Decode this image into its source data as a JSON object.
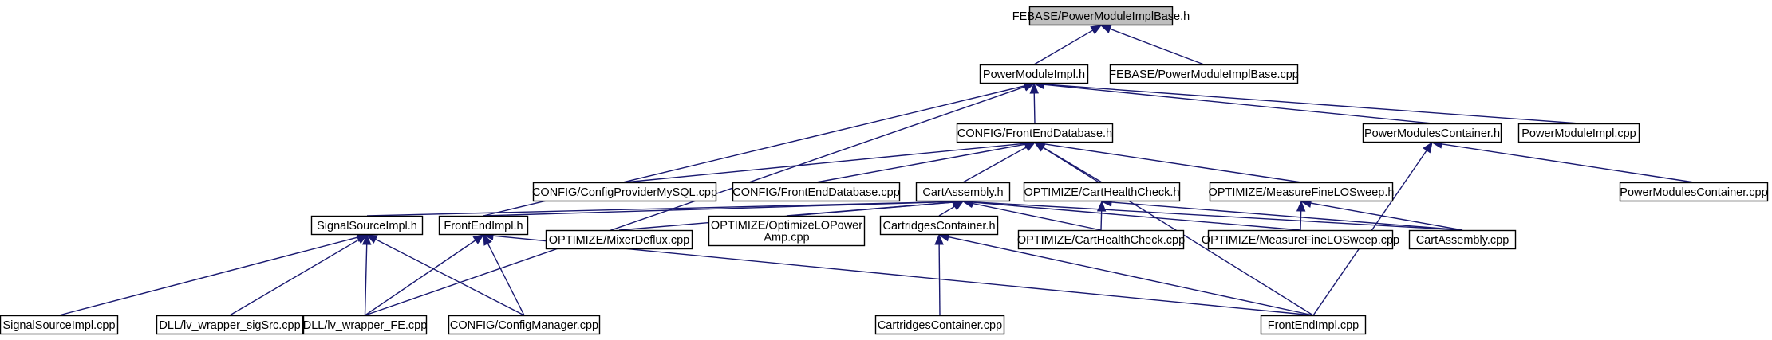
{
  "graph": {
    "nodes": [
      {
        "id": "n0",
        "lines": [
          "FEBASE/PowerModuleImplBase.h"
        ],
        "root": true
      },
      {
        "id": "n1",
        "lines": [
          "PowerModuleImpl.h"
        ]
      },
      {
        "id": "n2",
        "lines": [
          "FEBASE/PowerModuleImplBase.cpp"
        ]
      },
      {
        "id": "n3",
        "lines": [
          "CONFIG/FrontEndDatabase.h"
        ]
      },
      {
        "id": "n4",
        "lines": [
          "PowerModulesContainer.h"
        ]
      },
      {
        "id": "n5",
        "lines": [
          "PowerModuleImpl.cpp"
        ]
      },
      {
        "id": "n6",
        "lines": [
          "CONFIG/ConfigProviderMySQL.cpp"
        ]
      },
      {
        "id": "n7",
        "lines": [
          "CONFIG/FrontEndDatabase.cpp"
        ]
      },
      {
        "id": "n8",
        "lines": [
          "CartAssembly.h"
        ]
      },
      {
        "id": "n9",
        "lines": [
          "OPTIMIZE/CartHealthCheck.h"
        ]
      },
      {
        "id": "n10",
        "lines": [
          "OPTIMIZE/MeasureFineLOSweep.h"
        ]
      },
      {
        "id": "n11",
        "lines": [
          "PowerModulesContainer.cpp"
        ]
      },
      {
        "id": "n12",
        "lines": [
          "SignalSourceImpl.h"
        ]
      },
      {
        "id": "n13",
        "lines": [
          "FrontEndImpl.h"
        ]
      },
      {
        "id": "n14",
        "lines": [
          "OPTIMIZE/MixerDeflux.cpp"
        ]
      },
      {
        "id": "n15",
        "lines": [
          "OPTIMIZE/OptimizeLOPower",
          "Amp.cpp"
        ]
      },
      {
        "id": "n16",
        "lines": [
          "CartridgesContainer.h"
        ]
      },
      {
        "id": "n17",
        "lines": [
          "OPTIMIZE/CartHealthCheck.cpp"
        ]
      },
      {
        "id": "n18",
        "lines": [
          "OPTIMIZE/MeasureFineLOSweep.cpp"
        ]
      },
      {
        "id": "n19",
        "lines": [
          "CartAssembly.cpp"
        ]
      },
      {
        "id": "n20",
        "lines": [
          "SignalSourceImpl.cpp"
        ]
      },
      {
        "id": "n21",
        "lines": [
          "DLL/lv_wrapper_sigSrc.cpp"
        ]
      },
      {
        "id": "n22",
        "lines": [
          "DLL/lv_wrapper_FE.cpp"
        ]
      },
      {
        "id": "n23",
        "lines": [
          "CONFIG/ConfigManager.cpp"
        ]
      },
      {
        "id": "n24",
        "lines": [
          "CartridgesContainer.cpp"
        ]
      },
      {
        "id": "n25",
        "lines": [
          "FrontEndImpl.cpp"
        ]
      }
    ],
    "edges": [
      [
        "n1",
        "n0"
      ],
      [
        "n2",
        "n0"
      ],
      [
        "n3",
        "n1"
      ],
      [
        "n4",
        "n1"
      ],
      [
        "n5",
        "n1"
      ],
      [
        "n13",
        "n1"
      ],
      [
        "n22",
        "n1"
      ],
      [
        "n6",
        "n3"
      ],
      [
        "n7",
        "n3"
      ],
      [
        "n8",
        "n3"
      ],
      [
        "n9",
        "n3"
      ],
      [
        "n10",
        "n3"
      ],
      [
        "n25",
        "n3"
      ],
      [
        "n11",
        "n4"
      ],
      [
        "n25",
        "n4"
      ],
      [
        "n12",
        "n8"
      ],
      [
        "n13",
        "n8"
      ],
      [
        "n14",
        "n8"
      ],
      [
        "n15",
        "n8"
      ],
      [
        "n16",
        "n8"
      ],
      [
        "n17",
        "n8"
      ],
      [
        "n18",
        "n8"
      ],
      [
        "n19",
        "n8"
      ],
      [
        "n17",
        "n9"
      ],
      [
        "n19",
        "n9"
      ],
      [
        "n18",
        "n10"
      ],
      [
        "n19",
        "n10"
      ],
      [
        "n20",
        "n12"
      ],
      [
        "n21",
        "n12"
      ],
      [
        "n22",
        "n12"
      ],
      [
        "n23",
        "n12"
      ],
      [
        "n22",
        "n13"
      ],
      [
        "n23",
        "n13"
      ],
      [
        "n25",
        "n13"
      ],
      [
        "n24",
        "n16"
      ],
      [
        "n25",
        "n16"
      ]
    ]
  }
}
